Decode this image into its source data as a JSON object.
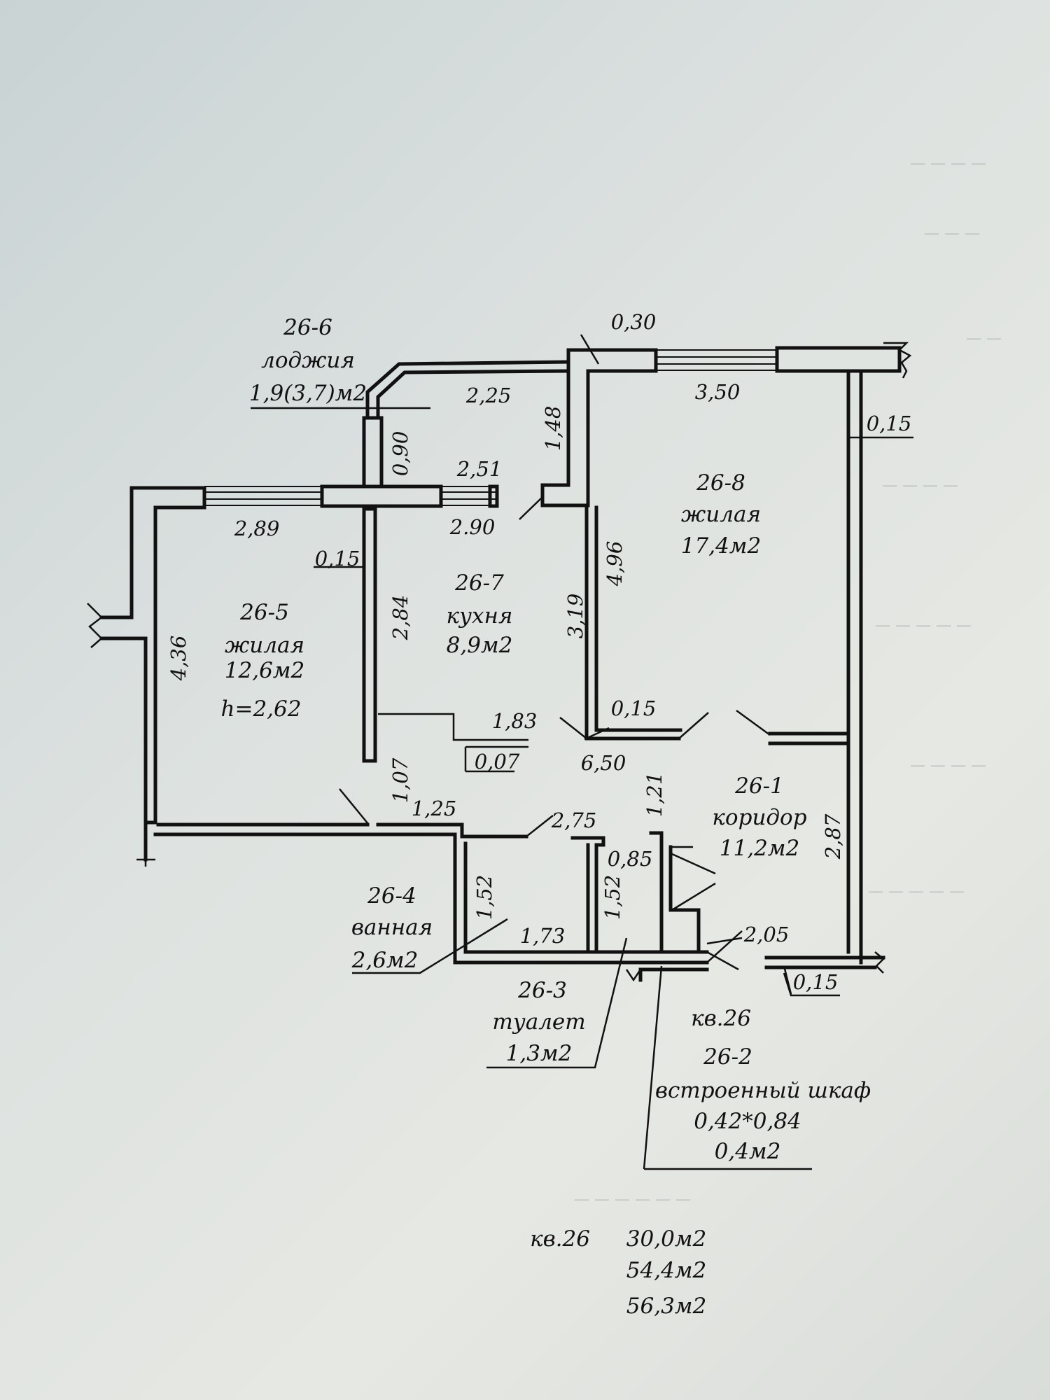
{
  "rooms": {
    "r6": {
      "id": "26-6",
      "name": "лоджия",
      "area": "1,9(3,7)м2"
    },
    "r5": {
      "id": "26-5",
      "name": "жилая",
      "area": "12,6м2",
      "height": "h=2,62"
    },
    "r7": {
      "id": "26-7",
      "name": "кухня",
      "area": "8,9м2"
    },
    "r8": {
      "id": "26-8",
      "name": "жилая",
      "area": "17,4м2"
    },
    "r1": {
      "id": "26-1",
      "name": "коридор",
      "area": "11,2м2"
    },
    "r4": {
      "id": "26-4",
      "name": "ванная",
      "area": "2,6м2"
    },
    "r3": {
      "id": "26-3",
      "name": "туалет",
      "area": "1,3м2"
    },
    "r2": {
      "id": "26-2",
      "name": "встроенный шкаф",
      "dims": "0,42*0,84",
      "area": "0,4м2"
    }
  },
  "apartment_label": "кв.26",
  "dims": {
    "d030": "0,30",
    "d225": "2,25",
    "d350": "3,50",
    "d015a": "0,15",
    "d148": "1,48",
    "d090": "0,90",
    "d251": "2,51",
    "d289": "2,89",
    "d290": "2.90",
    "d015b": "0,15",
    "d284": "2,84",
    "d319": "3,19",
    "d496": "4,96",
    "d436": "4,36",
    "d183": "1,83",
    "d007": "0,07",
    "d015c": "0,15",
    "d650": "6,50",
    "d107": "1,07",
    "d125": "1,25",
    "d275": "2,75",
    "d121": "1,21",
    "d085": "0,85",
    "d287": "2,87",
    "d152a": "1,52",
    "d152b": "1,52",
    "d173": "1,73",
    "d205": "2,05",
    "d015d": "0,15"
  },
  "summary": {
    "label": "кв.26",
    "values": [
      "30,0м2",
      "54,4м2",
      "56,3м2"
    ]
  }
}
